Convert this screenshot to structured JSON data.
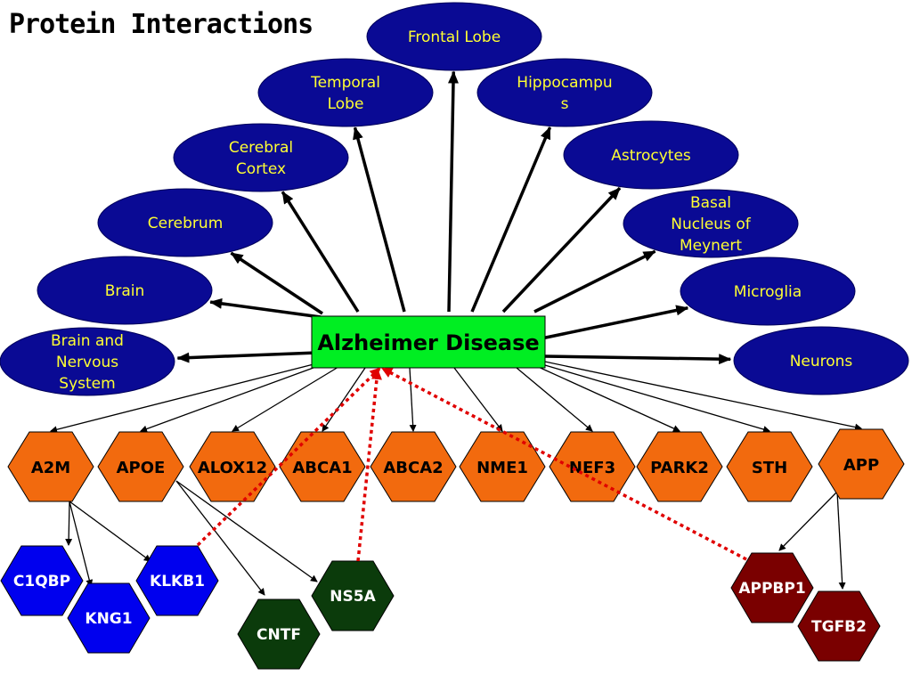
{
  "title": "Protein Interactions",
  "center": {
    "label": "Alzheimer Disease"
  },
  "tissues": [
    {
      "id": "brain-nervous",
      "lines": [
        "Brain and",
        "Nervous",
        "System"
      ]
    },
    {
      "id": "brain",
      "lines": [
        "Brain"
      ]
    },
    {
      "id": "cerebrum",
      "lines": [
        "Cerebrum"
      ]
    },
    {
      "id": "cerebral-cortex",
      "lines": [
        "Cerebral",
        "Cortex"
      ]
    },
    {
      "id": "temporal-lobe",
      "lines": [
        "Temporal",
        "Lobe"
      ]
    },
    {
      "id": "frontal-lobe",
      "lines": [
        "Frontal Lobe"
      ]
    },
    {
      "id": "hippocampus",
      "lines": [
        "Hippocampu",
        "s"
      ]
    },
    {
      "id": "astrocytes",
      "lines": [
        "Astrocytes"
      ]
    },
    {
      "id": "basal-nucleus",
      "lines": [
        "Basal",
        "Nucleus of",
        "Meynert"
      ]
    },
    {
      "id": "microglia",
      "lines": [
        "Microglia"
      ]
    },
    {
      "id": "neurons",
      "lines": [
        "Neurons"
      ]
    }
  ],
  "genes": [
    "A2M",
    "APOE",
    "ALOX12",
    "ABCA1",
    "ABCA2",
    "NME1",
    "NEF3",
    "PARK2",
    "STH",
    "APP"
  ],
  "interactors": [
    {
      "label": "C1QBP",
      "color": "blue"
    },
    {
      "label": "KNG1",
      "color": "blue"
    },
    {
      "label": "KLKB1",
      "color": "blue"
    },
    {
      "label": "CNTF",
      "color": "green"
    },
    {
      "label": "NS5A",
      "color": "green"
    },
    {
      "label": "APPBP1",
      "color": "red"
    },
    {
      "label": "TGFB2",
      "color": "red"
    }
  ],
  "colors": {
    "tissue_fill": "#0a0a94",
    "tissue_text": "#ffff33",
    "gene_fill": "#f26a0e",
    "center_fill": "#00ee22",
    "blue": "#0000ee",
    "green": "#0b3b0b",
    "red": "#7a0000",
    "dotted_link": "#e00000"
  }
}
